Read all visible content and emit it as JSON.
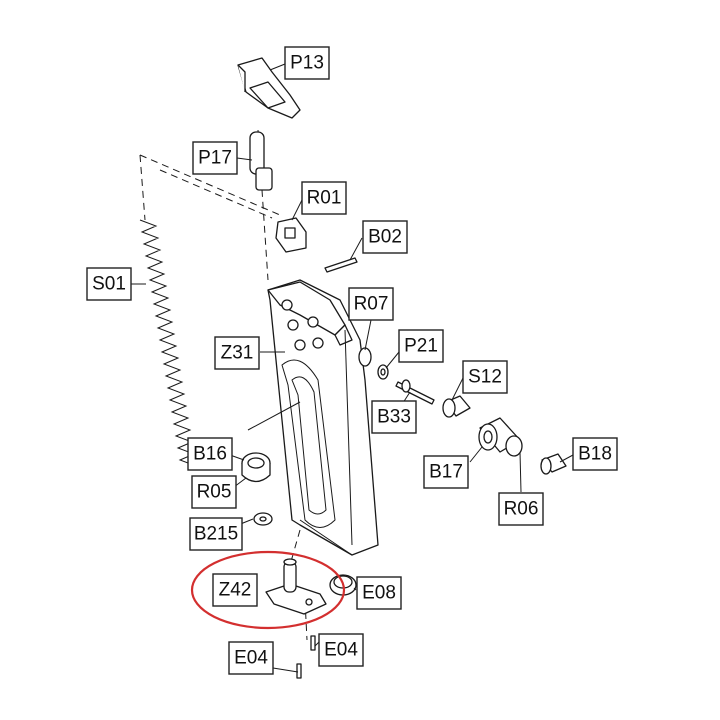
{
  "callouts": {
    "p13": "P13",
    "p17": "P17",
    "r01": "R01",
    "b02": "B02",
    "s01": "S01",
    "r07": "R07",
    "z31": "Z31",
    "p21": "P21",
    "s12": "S12",
    "b33": "B33",
    "b16": "B16",
    "b18": "B18",
    "b17": "B17",
    "r05": "R05",
    "r06": "R06",
    "b215": "B215",
    "z42": "Z42",
    "e08": "E08",
    "e04_left": "E04",
    "e04_right": "E04"
  },
  "highlight": {
    "part": "Z42",
    "color": "#d32f2f"
  }
}
